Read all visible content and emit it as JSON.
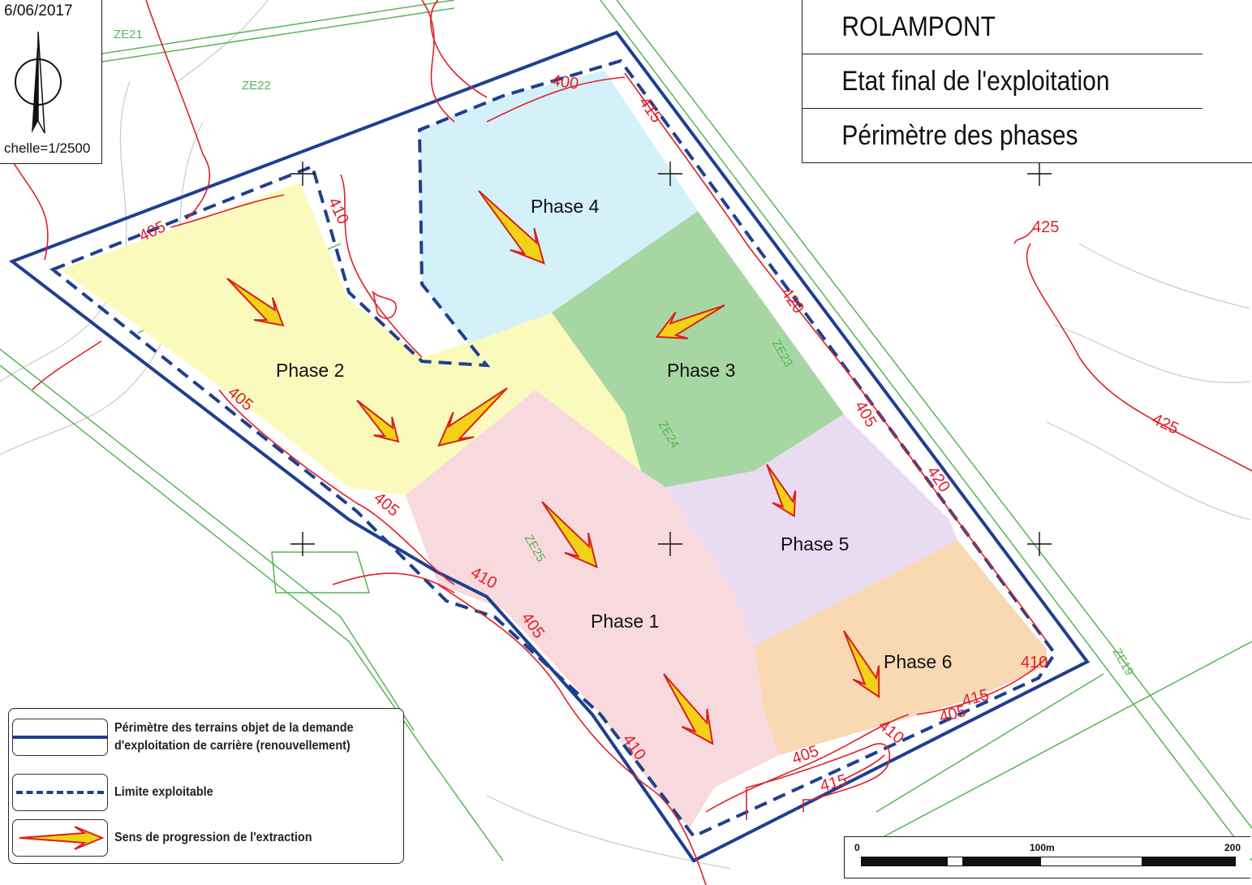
{
  "title_block": {
    "place": "ROLAMPONT",
    "subtitle": "Etat final de l'exploitation",
    "caption": "Périmètre des phases"
  },
  "north": {
    "date": "6/06/2017",
    "scale": "chelle=1/2500"
  },
  "phases": [
    {
      "label": "Phase 1",
      "color": "#f8d9dd"
    },
    {
      "label": "Phase 2",
      "color": "#fafabd"
    },
    {
      "label": "Phase 3",
      "color": "#a6d7a2"
    },
    {
      "label": "Phase 4",
      "color": "#d4f0f8"
    },
    {
      "label": "Phase 5",
      "color": "#e9dbf2"
    },
    {
      "label": "Phase 6",
      "color": "#f8d9b4"
    }
  ],
  "parcels": [
    "ZE21",
    "ZE22",
    "ZE23",
    "ZE24",
    "ZE25",
    "ZE19"
  ],
  "contours": [
    "400",
    "405",
    "410",
    "415",
    "420",
    "425"
  ],
  "legend": {
    "perimeter_line1": "Périmètre des terrains objet de la demande",
    "perimeter_line2": "d'exploitation de carrière (renouvellement)",
    "limit": "Limite exploitable",
    "direction": "Sens de progression de l'extraction"
  },
  "scale_bar": {
    "start": "0",
    "middle": "100m",
    "end": "200"
  },
  "colors": {
    "perimeter": "#1f3f8f",
    "contour": "#e0202a",
    "parcel_line": "#56b556",
    "arrow_fill": "#f2d218",
    "arrow_outline": "#d8201a"
  }
}
